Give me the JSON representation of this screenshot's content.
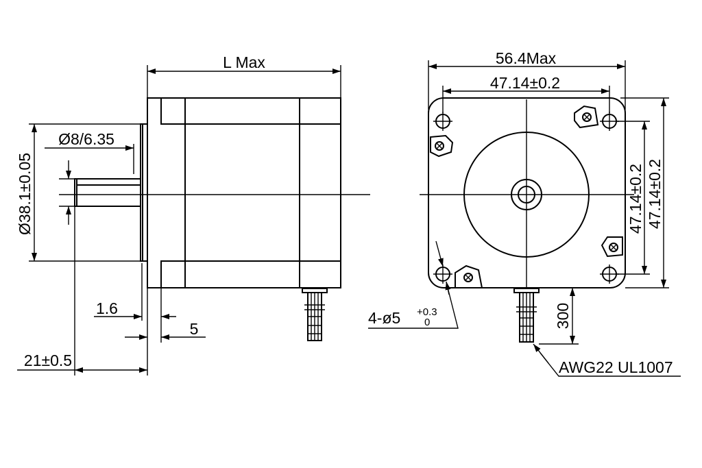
{
  "drawing": {
    "side_view": {
      "length_label": "L Max",
      "shaft_diameter_label": "Ø8/6.35",
      "boss_diameter_label": "Ø38.1±0.05",
      "boss_thickness_label": "1.6",
      "flange_thickness_label": "5",
      "shaft_length_label": "21±0.5"
    },
    "front_view": {
      "width_label": "56.4Max",
      "hole_spacing_h_label": "47.14±0.2",
      "hole_spacing_v_inner_label": "47.14±0.2",
      "hole_spacing_v_outer_label": "47.14±0.2",
      "holes_label_main": "4-ø5",
      "holes_tol_upper": "+0.3",
      "holes_tol_lower": "0",
      "lead_length_label": "300",
      "wire_spec_label": "AWG22 UL1007"
    }
  }
}
